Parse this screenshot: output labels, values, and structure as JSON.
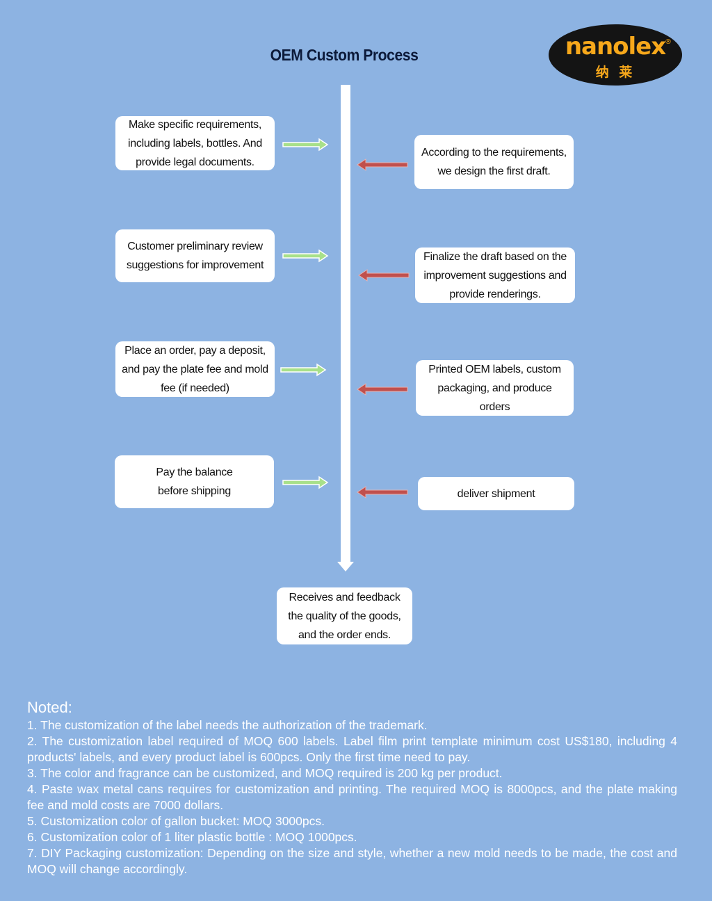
{
  "title": "OEM Custom Process",
  "logo": {
    "word": "nanolex",
    "reg": "®",
    "chinese": "纳 莱",
    "brand_color": "#f7a81b"
  },
  "colors": {
    "background": "#8db3e2",
    "left_arrow": "#a8e08a",
    "right_arrow": "#c0504d"
  },
  "steps_left": [
    {
      "text": "Make specific requirements,\nincluding labels, bottles. And\nprovide legal documents."
    },
    {
      "text": "Customer preliminary review\nsuggestions for improvement"
    },
    {
      "text": "Place an order, pay a deposit,\nand pay the plate fee and mold\nfee (if needed)"
    },
    {
      "text": "Pay the balance\nbefore shipping"
    }
  ],
  "steps_right": [
    {
      "text": "According to the requirements,\nwe design the first draft."
    },
    {
      "text": "Finalize the draft based on the\nimprovement suggestions and\nprovide renderings."
    },
    {
      "text": "Printed OEM labels, custom\npackaging,  and produce\norders"
    },
    {
      "text": "deliver shipment"
    }
  ],
  "final_step": {
    "text": "Receives and feedback\nthe quality of the goods,\nand the order ends."
  },
  "notes": {
    "heading": "Noted:",
    "items": [
      "1. The customization of the label needs the authorization of the trademark.",
      "2. The customization label required of MOQ 600 labels. Label film print template minimum cost US$180, including 4 products' labels, and every product label is 600pcs. Only the first time need to pay.",
      "3. The color and fragrance can be customized, and MOQ required is 200 kg per product.",
      "4. Paste wax metal cans requires for customization and printing. The required MOQ is 8000pcs, and the plate making fee and mold costs are 7000 dollars.",
      "5. Customization color of gallon bucket: MOQ 3000pcs.",
      "6. Customization color of 1 liter plastic bottle : MOQ 1000pcs.",
      "7. DIY Packaging customization: Depending on the size and style, whether a new mold needs to be made, the cost and MOQ will change accordingly."
    ]
  }
}
